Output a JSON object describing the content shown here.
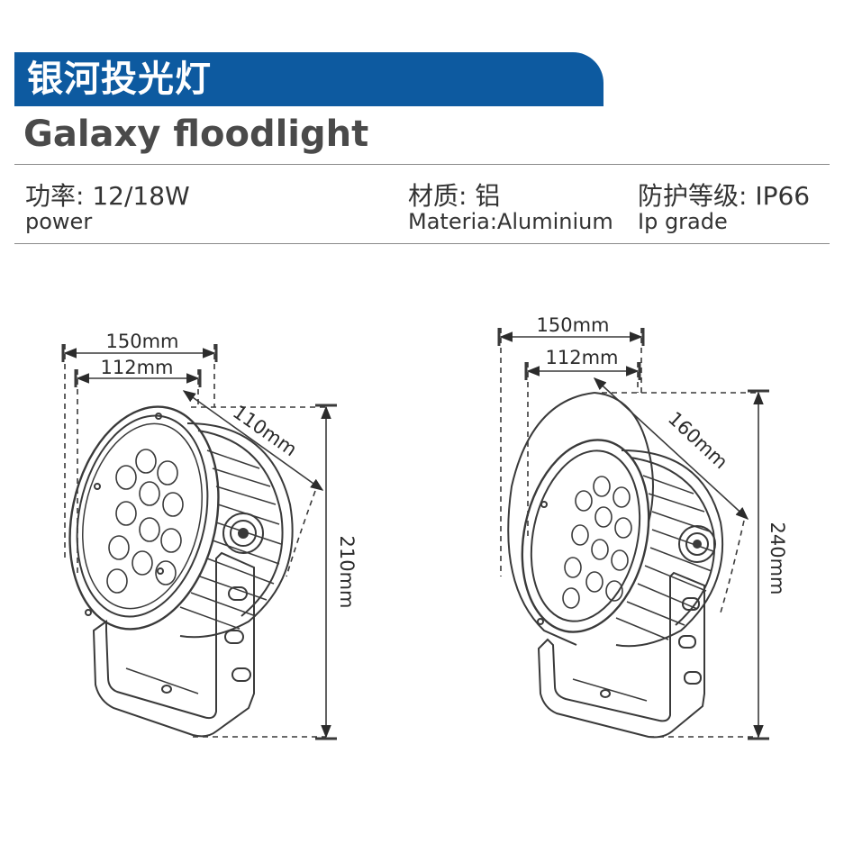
{
  "header": {
    "title_cn": "银河投光灯",
    "title_en": "Galaxy floodlight"
  },
  "specs": {
    "power": {
      "label_cn": "功率:",
      "value": "12/18W",
      "label_en": "power"
    },
    "material": {
      "label_cn": "材质:",
      "value": "铝",
      "label_en": "Materia:Aluminium"
    },
    "ip_grade": {
      "label_cn": "防护等级:",
      "value": "IP66",
      "label_en": "Ip grade"
    }
  },
  "drawings": {
    "left": {
      "width_outer": "150mm",
      "width_inner": "112mm",
      "depth": "110mm",
      "height": "210mm"
    },
    "right": {
      "width_outer": "150mm",
      "width_inner": "112mm",
      "depth": "160mm",
      "height": "240mm"
    }
  },
  "colors": {
    "banner": "#0d5aa0",
    "line": "#3a3a3a"
  }
}
